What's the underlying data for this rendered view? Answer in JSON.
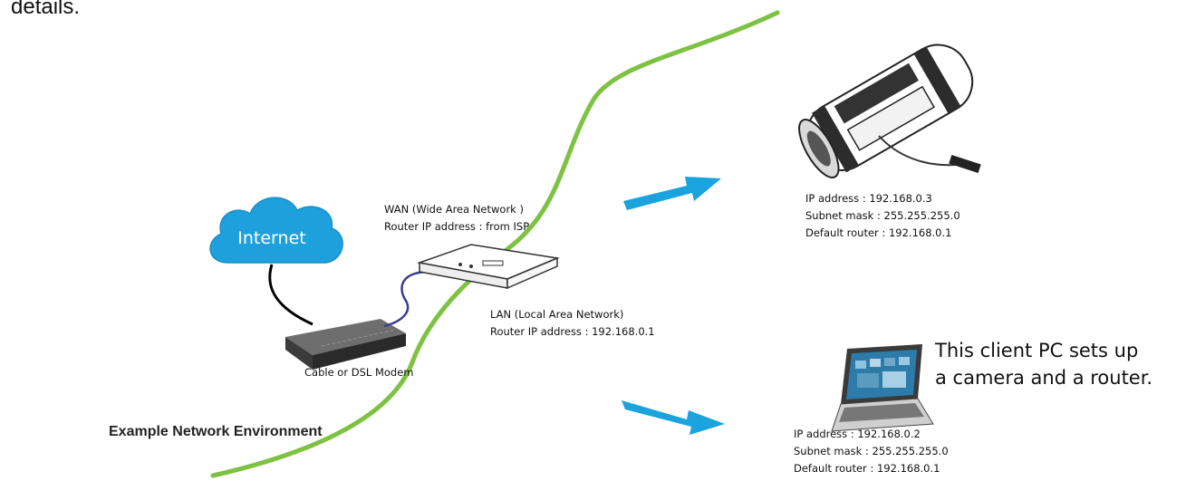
{
  "header": {
    "partial_text": "details."
  },
  "caption": "Example Network Environment",
  "internet": {
    "label": "Internet"
  },
  "modem": {
    "label": "Cable or DSL Modem"
  },
  "router": {
    "wan_title": "WAN (Wide Area Network )",
    "wan_ip": "Router IP address : from ISP",
    "lan_title": "LAN (Local Area Network)",
    "lan_ip": "Router IP address : 192.168.0.1"
  },
  "camera": {
    "ip": "IP address : 192.168.0.3",
    "subnet": "Subnet mask : 255.255.255.0",
    "gateway": "Default router : 192.168.0.1"
  },
  "pc": {
    "ip": "IP address : 192.168.0.2",
    "subnet": "Subnet mask : 255.255.255.0",
    "gateway": "Default router : 192.168.0.1",
    "note_line1": "This client PC sets up",
    "note_line2": "a camera and a router."
  },
  "colors": {
    "boundary_line": "#7dc242",
    "arrow": "#1aa3dc",
    "cloud": "#1ea0dc",
    "lan_cable": "#3a3f8f",
    "modem_cable": "#000000"
  }
}
